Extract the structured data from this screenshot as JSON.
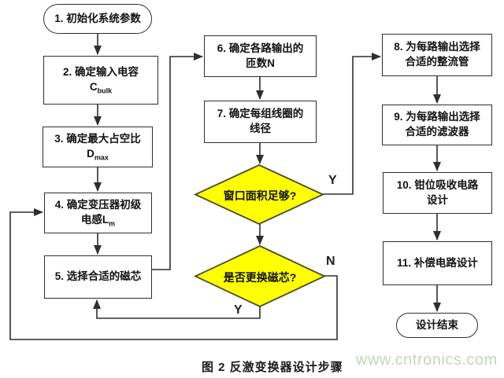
{
  "flowchart": {
    "nodes": {
      "start": {
        "label": "1. 初始化系统参数"
      },
      "box2": {
        "line1": "2. 确定输入电容",
        "var_main": "C",
        "var_sub": "bulk"
      },
      "box3": {
        "line1": "3. 确定最大占空比",
        "var_main": "D",
        "var_sub": "max"
      },
      "box4": {
        "line1": "4. 确定变压器初级",
        "line2_prefix": "电感",
        "var_main": "L",
        "var_sub": "m"
      },
      "box5": {
        "label": "5. 选择合适的磁芯"
      },
      "box6": {
        "line1": "6. 确定各路输出的",
        "line2": "匝数N"
      },
      "box7": {
        "line1": "7. 确定每组线圈的",
        "line2": "线径"
      },
      "decision1": {
        "label": "窗口面积足够?"
      },
      "decision2": {
        "label": "是否更换磁芯?"
      },
      "box8": {
        "line1": "8. 为每路输出选择",
        "line2": "合适的整流管"
      },
      "box9": {
        "line1": "9. 为每路输出选择",
        "line2": "合适的滤波器"
      },
      "box10": {
        "line1": "10. 钳位吸收电路",
        "line2": "设计"
      },
      "box11": {
        "label": "11. 补偿电路设计"
      },
      "end": {
        "label": "设计结束"
      }
    },
    "branch_labels": {
      "decision1_yes": "Y",
      "decision2_no": "N",
      "decision2_yes": "Y"
    },
    "colors": {
      "decision_fill": "#ffff00",
      "decision_border": "#4a4a2a",
      "box_border": "#2e2e2e",
      "connector": "#2e2e2e",
      "watermark": "#c0d9b6"
    }
  },
  "caption": "图 2 反激变换器设计步骤",
  "watermark": "www.cntronics.com"
}
